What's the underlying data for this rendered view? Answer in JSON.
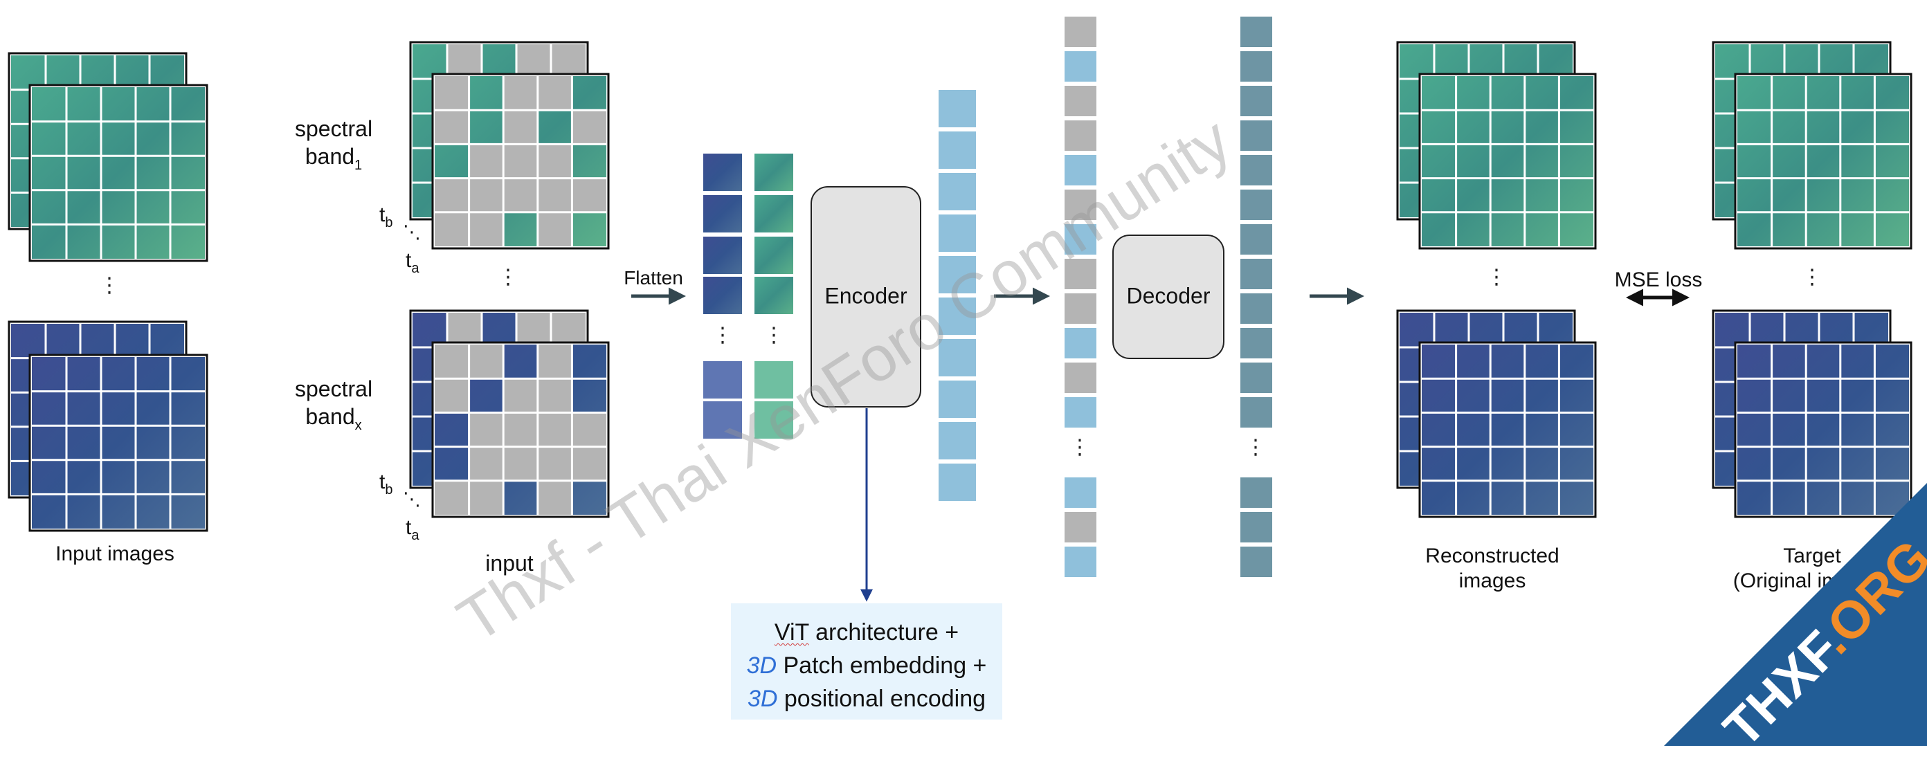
{
  "left": {
    "caption": "Input images"
  },
  "input": {
    "band1_line1": "spectral",
    "band1_line2": "band",
    "band1_sub": "1",
    "bandx_line1": "spectral",
    "bandx_line2": "band",
    "bandx_sub": "x",
    "t_b": "t",
    "t_b_sub": "b",
    "t_a": "t",
    "t_a_sub": "a",
    "caption": "input"
  },
  "flatten_label": "Flatten",
  "encoder_label": "Encoder",
  "decoder_label": "Decoder",
  "vit": {
    "line1": "ViT architecture +",
    "line2_accent": "3D",
    "line2_rest": " Patch embedding +",
    "line3_accent": "3D",
    "line3_rest": " positional encoding"
  },
  "output": {
    "reconstructed_line1": "Reconstructed",
    "reconstructed_line2": "images",
    "mse_label": "MSE loss",
    "target_line1": "Target",
    "target_line2": "(Original images)"
  },
  "watermark": "Thxf - Thai XenForo Community",
  "corner_logo": {
    "part1": "THXF",
    "part2": ".ORG"
  },
  "colors": {
    "imagery_green": "#3f9a86",
    "imagery_blue": "#3c4f8f",
    "mask_gray": "#b4b4b4",
    "token_light_blue": "#8fc0db",
    "token_dark_teal": "#6e95a4",
    "arrow_dark": "#33474f",
    "encoder_fill": "#e3e3e3",
    "vit_box_fill": "#e7f4fd",
    "pointer_blue": "#1f3f8f"
  }
}
